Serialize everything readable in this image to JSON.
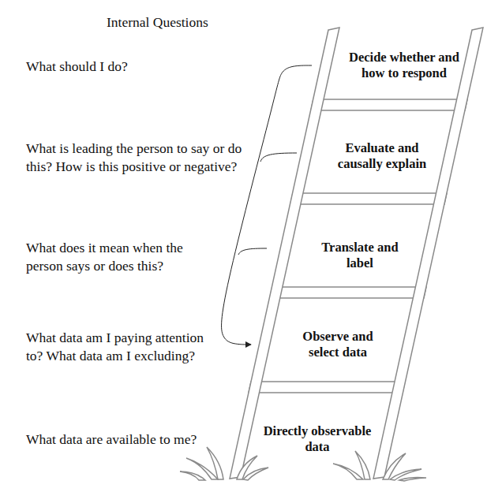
{
  "diagram": {
    "title": "Internal Questions",
    "nodes": [
      {
        "text": [
          "Decide whether and how to respond"
        ]
      },
      {
        "text": [
          "Evaluate and causally explain"
        ]
      },
      {
        "text": [
          "Translate and label"
        ]
      },
      {
        "text": [
          "Observe and select data"
        ]
      },
      {
        "text": [
          "Directly observable data"
        ]
      }
    ],
    "edges": [
      {
        "from": 0,
        "to": 3,
        "arrow": "to"
      }
    ],
    "labels": [
      "What should I do?",
      "What is leading the person to say or do this? How is this positive or negative?",
      "What does it mean when the person says or does this?",
      "What data am I paying attention to? What data am I excluding?",
      "What data are available to me?"
    ]
  }
}
